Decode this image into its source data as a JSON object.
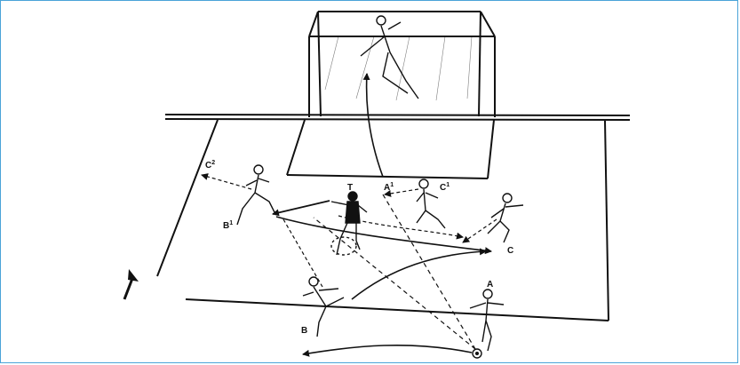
{
  "colors": {
    "frame_border": "#4aa3d8",
    "ink": "#111111",
    "paper": "#ffffff"
  },
  "labels": {
    "A": "A",
    "A1": "A",
    "A1_sup": "1",
    "B": "B",
    "B1": "B",
    "B1_sup": "1",
    "C": "C",
    "C1": "C",
    "C1_sup": "1",
    "C2": "C",
    "C2_sup": "2",
    "T": "T"
  },
  "icons": {
    "direction": "up-arrow-icon",
    "ball": "ball-icon"
  }
}
